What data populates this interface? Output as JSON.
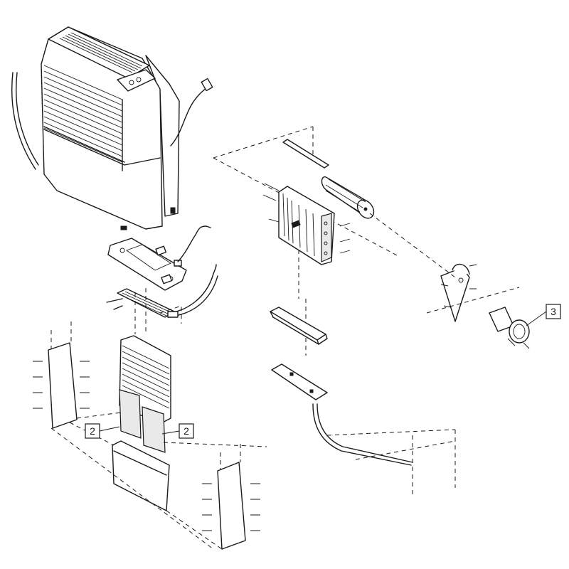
{
  "callouts": [
    {
      "id": "callout-2-left",
      "label": "2"
    },
    {
      "id": "callout-2-right",
      "label": "2"
    },
    {
      "id": "callout-3",
      "label": "3"
    }
  ]
}
